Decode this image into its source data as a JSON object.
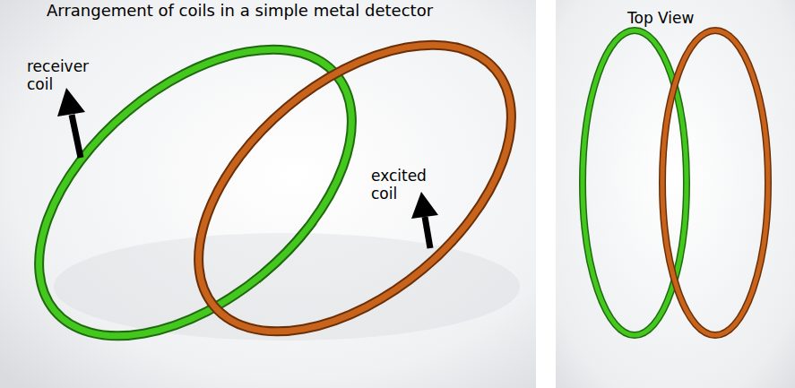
{
  "diagram": {
    "title": "Arrangement of coils in a simple metal detector",
    "labels": [
      "receiver coil",
      "excited coil",
      "Top View"
    ]
  }
}
